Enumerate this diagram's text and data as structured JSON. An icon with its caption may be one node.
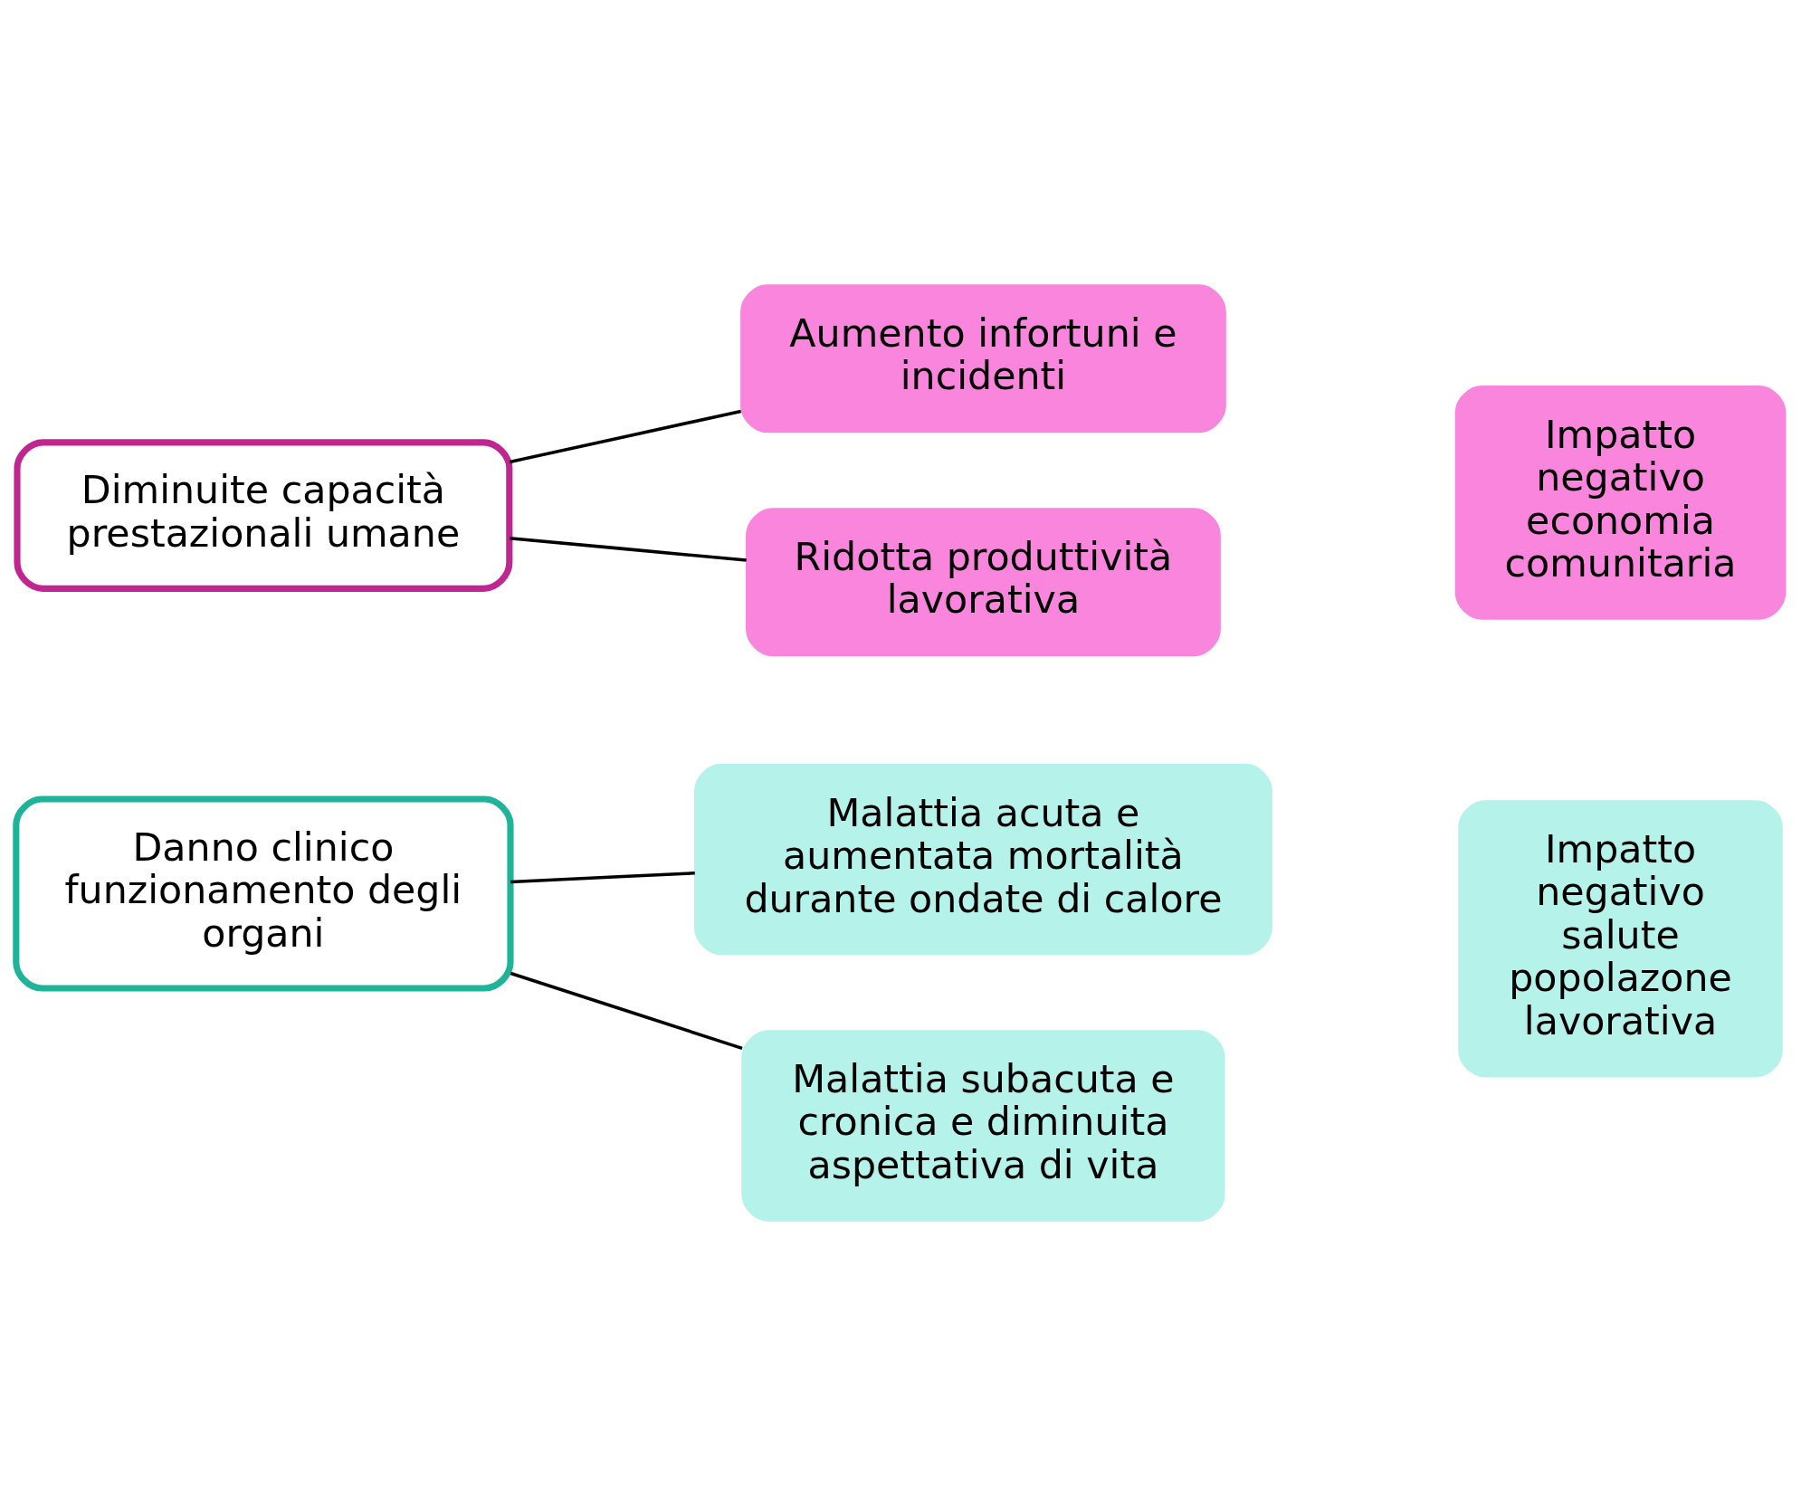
{
  "diagram": {
    "nodes": [
      {
        "text": [
          "Diminuite capacità prestazionali umane"
        ]
      },
      {
        "text": [
          "Aumento infortuni e incidenti"
        ]
      },
      {
        "text": [
          "Ridotta produttività lavorativa"
        ]
      },
      {
        "text": [
          "Impatto negativo economia comunitaria"
        ]
      },
      {
        "text": [
          "Danno clinico funzionamento degli organi"
        ]
      },
      {
        "text": [
          "Malattia acuta e aumentata mortalità durante ondate di calore"
        ]
      },
      {
        "text": [
          "Malattia subacuta e cronica e diminuita aspettativa di vita"
        ]
      },
      {
        "text": [
          "Impatto negativo salute popolazone lavorativa"
        ]
      }
    ],
    "edges": [
      {
        "from": 0,
        "to": 1,
        "arrow": "none"
      },
      {
        "from": 0,
        "to": 2,
        "arrow": "none"
      },
      {
        "from": 4,
        "to": 5,
        "arrow": "none"
      },
      {
        "from": 4,
        "to": 6,
        "arrow": "none"
      }
    ]
  }
}
